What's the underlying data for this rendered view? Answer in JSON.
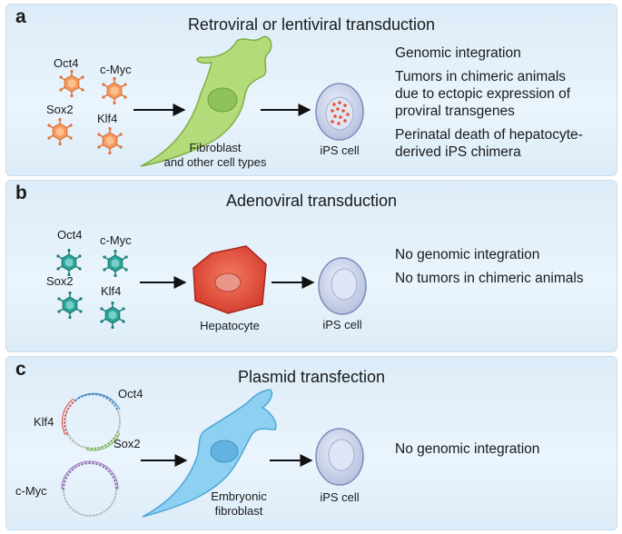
{
  "panels": [
    {
      "letter": "a",
      "title": "Retroviral or lentiviral transduction",
      "factors": [
        "Oct4",
        "c-Myc",
        "Sox2",
        "Klf4"
      ],
      "cell_label_1": "Fibroblast",
      "cell_label_2": "and other cell types",
      "ips_label": "iPS cell",
      "notes": [
        "Genomic integration",
        "Tumors in chimeric animals",
        "due to ectopic expression of",
        "proviral transgenes",
        "Perinatal death of hepatocyte-",
        "derived iPS chimera"
      ]
    },
    {
      "letter": "b",
      "title": "Adenoviral transduction",
      "factors": [
        "Oct4",
        "c-Myc",
        "Sox2",
        "Klf4"
      ],
      "cell_label": "Hepatocyte",
      "ips_label": "iPS cell",
      "notes": [
        "No genomic integration",
        "No tumors in chimeric animals"
      ]
    },
    {
      "letter": "c",
      "title": "Plasmid transfection",
      "factors": [
        "Oct4",
        "Klf4",
        "Sox2",
        "c-Myc"
      ],
      "cell_label_1": "Embryonic",
      "cell_label_2": "fibroblast",
      "ips_label": "iPS cell",
      "notes": [
        "No genomic integration"
      ]
    }
  ],
  "colors": {
    "retro_virus": "#f08a4b",
    "adeno_virus": "#2aa39a",
    "fibroblast": "#a9d46a",
    "hepatocyte": "#e2483a",
    "embryonic_fibroblast": "#6cc0ea",
    "ips_cell": "#c4cde8"
  }
}
